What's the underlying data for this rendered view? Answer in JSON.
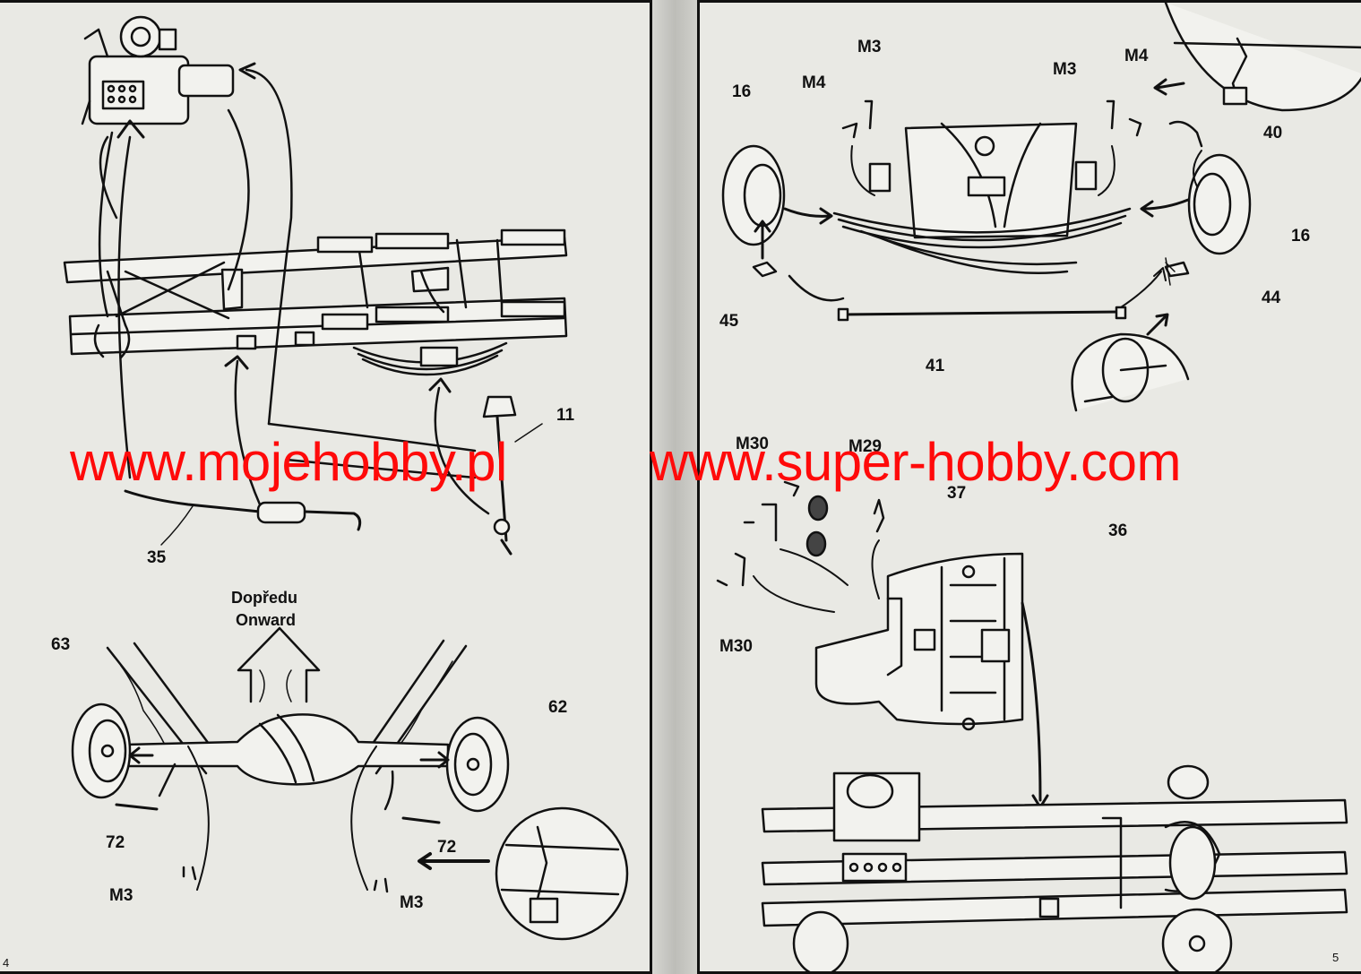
{
  "left_page": {
    "labels": {
      "p35": "35",
      "p11": "11",
      "direction_cz": "Dopředu",
      "direction_en": "Onward",
      "p63": "63",
      "p62": "62",
      "p72_left": "72",
      "p72_right": "72",
      "m3_left": "M3",
      "m3_right": "M3"
    },
    "page_number": "4"
  },
  "right_page": {
    "labels": {
      "m3_a": "M3",
      "m4_a": "M4",
      "m3_b": "M3",
      "m4_b": "M4",
      "p16_left": "16",
      "p16_right": "16",
      "p40": "40",
      "p45": "45",
      "p44": "44",
      "p41": "41",
      "m30_top": "M30",
      "m29": "M29",
      "p37": "37",
      "p36": "36",
      "m30_bottom": "M30"
    },
    "page_number": "5"
  },
  "watermark": {
    "left": "www.mojehobby.pl",
    "right": "www.super-hobby.com",
    "color": "#ff0a0a"
  }
}
